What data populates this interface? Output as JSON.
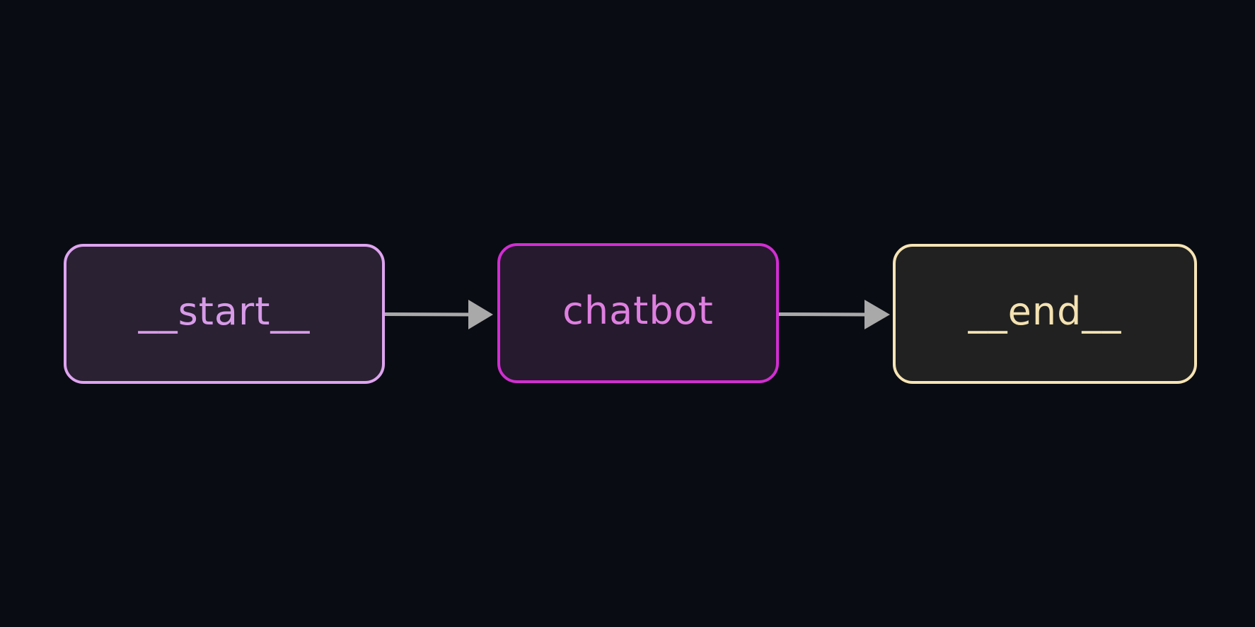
{
  "diagram": {
    "background": "#0a0c13",
    "edge_color": "#a9a9a9",
    "nodes": [
      {
        "id": "start",
        "label": "__start__",
        "border_color": "#dea4ef",
        "text_color": "#d79be8"
      },
      {
        "id": "chatbot",
        "label": "chatbot",
        "border_color": "#d22ed2",
        "text_color": "#df7fe0"
      },
      {
        "id": "end",
        "label": "__end__",
        "border_color": "#f6e4b4",
        "text_color": "#f4e2b2"
      }
    ],
    "edges": [
      {
        "from": "start",
        "to": "chatbot"
      },
      {
        "from": "chatbot",
        "to": "end"
      }
    ]
  }
}
